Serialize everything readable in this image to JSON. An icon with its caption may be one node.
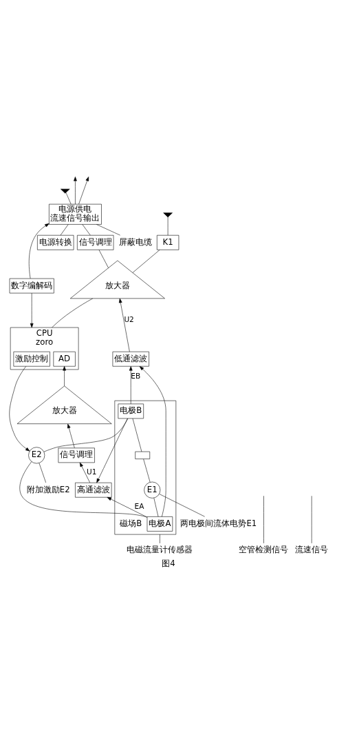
{
  "diagram": {
    "caption": "图4",
    "nodes": [
      {
        "text": [
          "电磁流量计传感器"
        ]
      },
      {
        "text": [],
        "shape": "box"
      },
      {
        "text": [
          "电极A"
        ],
        "in": 1
      },
      {
        "text": [
          "电极B"
        ],
        "in": 1
      },
      {
        "text": [
          "E1"
        ],
        "in": 1
      },
      {
        "text": [],
        "shape": "box",
        "in": 1
      },
      {
        "text": [
          "磁场B"
        ],
        "in": 1
      },
      {
        "text": [
          "两电极间流体电势E1"
        ]
      },
      {
        "text": [
          "E2"
        ]
      },
      {
        "text": [
          "附加激励E2"
        ]
      },
      {
        "text": [
          "高通滤波"
        ]
      },
      {
        "text": [
          "低通滤波"
        ]
      },
      {
        "text": [
          "信号调理"
        ]
      },
      {
        "text": [
          "放大器"
        ]
      },
      {
        "text": [
          "CPU",
          "zoro"
        ]
      },
      {
        "text": [
          "激励控制"
        ],
        "in": 14
      },
      {
        "text": [
          "AD"
        ],
        "in": 14
      },
      {
        "text": [
          "数字编解码"
        ]
      },
      {
        "text": [
          "电源供电",
          "流速信号输出"
        ]
      },
      {
        "text": [
          "屏蔽电缆"
        ]
      },
      {
        "text": [
          "信号调理"
        ]
      },
      {
        "text": [
          "放大器"
        ]
      },
      {
        "text": [
          "电源转换"
        ]
      },
      {
        "text": [
          "K1"
        ]
      },
      {
        "text": [],
        "shape": "ground"
      },
      {
        "text": [],
        "shape": "ground"
      },
      {
        "text": [
          "空管检测信号"
        ]
      },
      {
        "text": [
          "流速信号"
        ]
      }
    ],
    "edges": [
      {
        "from": 0,
        "to": 1,
        "arrow": "none"
      },
      {
        "from": 7,
        "to": 4,
        "arrow": "none"
      },
      {
        "from": 2,
        "to": 4,
        "arrow": "none"
      },
      {
        "from": 4,
        "to": 5,
        "arrow": "none"
      },
      {
        "from": 5,
        "to": 3,
        "arrow": "none"
      },
      {
        "from": 2,
        "to": 10,
        "arrow": "to",
        "label": "EA"
      },
      {
        "from": 2,
        "to": 11,
        "arrow": "to"
      },
      {
        "from": 3,
        "to": 11,
        "arrow": "to",
        "label": "EB"
      },
      {
        "from": 3,
        "to": 10,
        "arrow": "to"
      },
      {
        "from": 8,
        "to": 2,
        "arrow": "none"
      },
      {
        "from": 8,
        "to": 3,
        "arrow": "none"
      },
      {
        "from": 9,
        "to": 8,
        "arrow": "none"
      },
      {
        "from": 15,
        "to": 8,
        "arrow": "to"
      },
      {
        "from": 10,
        "to": 12,
        "arrow": "to",
        "label": "U1"
      },
      {
        "from": 26,
        "to": null,
        "arrow": "none"
      },
      {
        "from": 12,
        "to": 13,
        "arrow": "to"
      },
      {
        "from": 13,
        "to": 16,
        "arrow": "to"
      },
      {
        "from": 17,
        "to": 14,
        "arrow": "to"
      },
      {
        "from": 17,
        "to": 18,
        "arrow": "to"
      },
      {
        "from": 11,
        "to": 21,
        "arrow": "to",
        "label": "U2"
      },
      {
        "from": 27,
        "to": null,
        "arrow": "none"
      },
      {
        "from": 21,
        "to": 20,
        "arrow": "none"
      },
      {
        "from": 14,
        "to": 21,
        "arrow": "none"
      },
      {
        "from": 21,
        "to": 23,
        "arrow": "none"
      },
      {
        "from": 23,
        "to": 24,
        "arrow": "none"
      },
      {
        "from": 20,
        "to": 18,
        "arrow": "none"
      },
      {
        "from": 22,
        "to": 18,
        "arrow": "none"
      },
      {
        "from": 18,
        "to": 25,
        "arrow": "none"
      },
      {
        "from": 19,
        "to": 18,
        "arrow": "none"
      },
      {
        "from": 18,
        "to": null,
        "arrow": "to"
      },
      {
        "from": 18,
        "to": null,
        "arrow": "to"
      }
    ]
  }
}
